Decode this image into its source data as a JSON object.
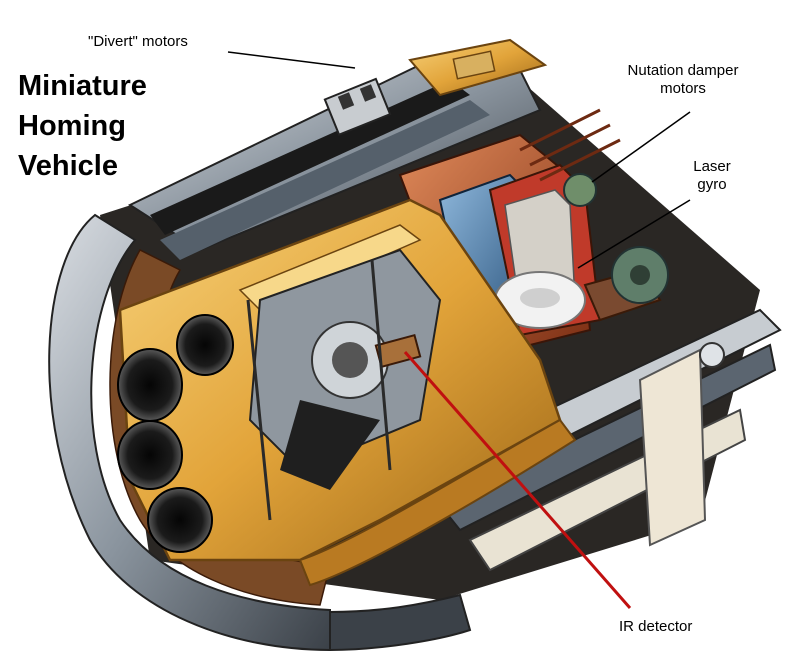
{
  "title": [
    "Miniature",
    "Homing",
    "Vehicle"
  ],
  "callouts": {
    "divert": "\"Divert\" motors",
    "nutation": [
      "Nutation damper",
      "motors"
    ],
    "laser": [
      "Laser",
      "gyro"
    ],
    "ir": "IR detector"
  },
  "colors": {
    "housing": "#8a949e",
    "housing_dark": "#2c2f33",
    "gold": "#e2a43a",
    "gold_dark": "#9b6516",
    "copper": "#b9532b",
    "blue": "#3f74a8",
    "leader_red": "#c01010"
  }
}
